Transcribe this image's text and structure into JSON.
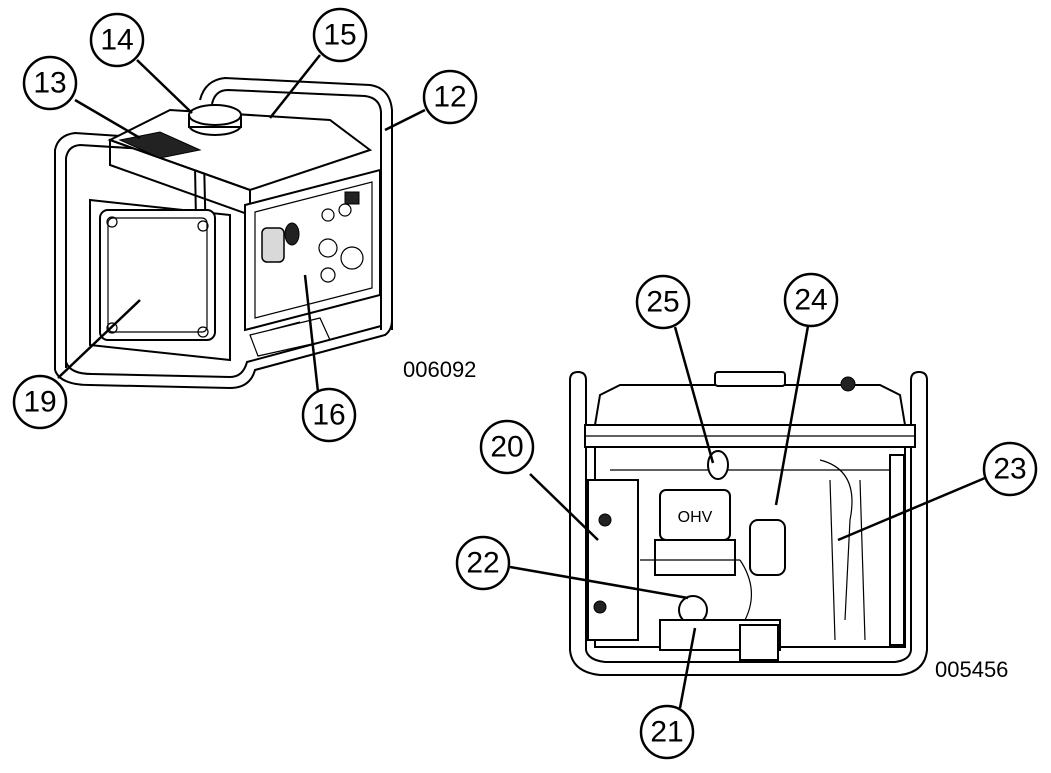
{
  "figures": [
    {
      "id": "front-view",
      "code": "006092",
      "callouts": [
        "13",
        "14",
        "15",
        "12",
        "19",
        "16"
      ]
    },
    {
      "id": "rear-view",
      "code": "005456",
      "callouts": [
        "25",
        "24",
        "20",
        "23",
        "22",
        "21"
      ]
    }
  ],
  "colors": {
    "line": "#000000",
    "background": "#ffffff",
    "shade": "#d9d9d9"
  }
}
